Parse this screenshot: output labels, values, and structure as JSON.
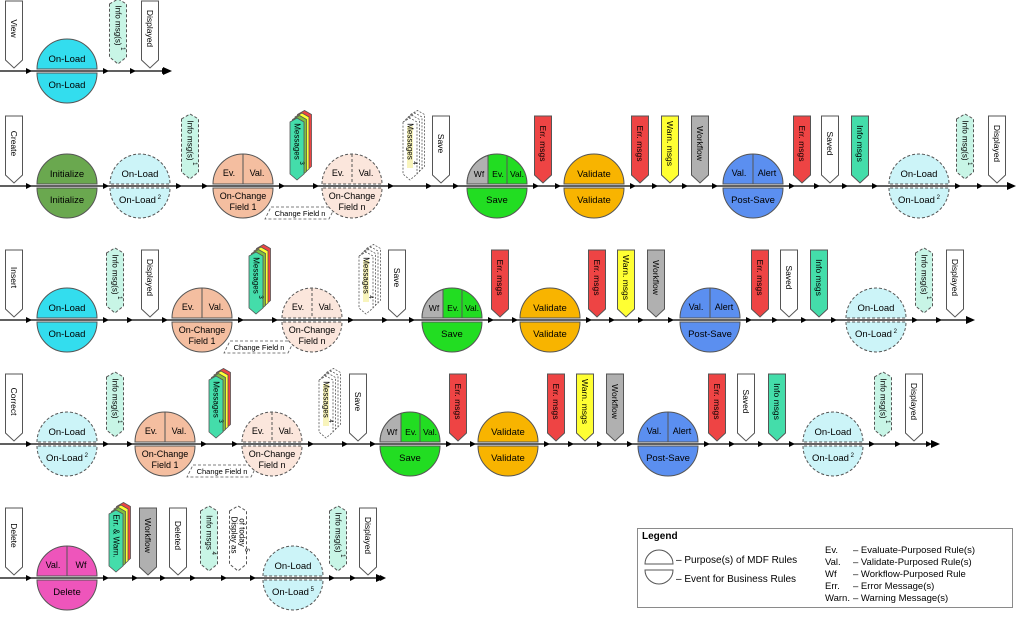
{
  "flows": [
    {
      "name": "view",
      "steps": [
        {
          "t": "start",
          "label": "View"
        },
        {
          "t": "circle",
          "top": "On-Load",
          "bottom": "On-Load",
          "color": "#33ddee"
        },
        {
          "t": "note",
          "label": "Info msg(s)",
          "sup": "1",
          "color": "#c8f5e6",
          "dashed": true
        },
        {
          "t": "banner",
          "label": "Displayed"
        }
      ]
    },
    {
      "name": "create",
      "steps": [
        {
          "t": "start",
          "label": "Create"
        },
        {
          "t": "circle",
          "top": "Initialize",
          "bottom": "Initialize",
          "color": "#6aa84f"
        },
        {
          "t": "circle",
          "top": "On-Load",
          "bottom": "On-Load",
          "bsup": "2",
          "color": "#ccf4f8",
          "dashed": true
        },
        {
          "t": "note",
          "label": "Info msg(s)",
          "sup": "1",
          "color": "#c8f5e6",
          "dashed": true
        },
        {
          "t": "circle",
          "top2": [
            "Ev.",
            "Val."
          ],
          "bottom": "On-Change",
          "bottom2": "Field 1",
          "color": "#f4bea0",
          "change": true
        },
        {
          "t": "stack",
          "label": "Messages",
          "sup": "3"
        },
        {
          "t": "circle",
          "top2": [
            "Ev.",
            "Val."
          ],
          "bottom": "On-Change",
          "bottom2": "Field n",
          "color": "#fbe6dc",
          "dashed": true
        },
        {
          "t": "stack",
          "label": "Messages",
          "sup": "4",
          "dashed": true
        },
        {
          "t": "banner",
          "label": "Save"
        },
        {
          "t": "circle",
          "top3": [
            "Wf",
            "Ev.",
            "Val."
          ],
          "bottom": "Save",
          "color": "#22dd22"
        },
        {
          "t": "banner",
          "label": "Err. msgs",
          "color": "#ee4444"
        },
        {
          "t": "circle",
          "top": "Validate",
          "bottom": "Validate",
          "color": "#f8b400"
        },
        {
          "t": "banner",
          "label": "Err. msgs",
          "color": "#ee4444"
        },
        {
          "t": "banner",
          "label": "Warn. msgs",
          "color": "#ffff33"
        },
        {
          "t": "banner",
          "label": "Workflow",
          "color": "#b0b0b0"
        },
        {
          "t": "circle",
          "top2": [
            "Val.",
            "Alert"
          ],
          "bottom": "Post-Save",
          "color": "#5b8ff0"
        },
        {
          "t": "banner",
          "label": "Err. msgs",
          "color": "#ee4444"
        },
        {
          "t": "banner",
          "label": "Saved"
        },
        {
          "t": "banner",
          "label": "Info msgs",
          "color": "#44ddaa"
        },
        {
          "t": "circle",
          "top": "On-Load",
          "bottom": "On-Load",
          "bsup": "2",
          "color": "#ccf4f8",
          "dashed": true
        },
        {
          "t": "note",
          "label": "Info msg(s)",
          "sup": "1",
          "color": "#c8f5e6",
          "dashed": true
        },
        {
          "t": "banner",
          "label": "Displayed"
        }
      ]
    },
    {
      "name": "insert",
      "steps": [
        {
          "t": "start",
          "label": "Insert"
        },
        {
          "t": "circle",
          "top": "On-Load",
          "bottom": "On-Load",
          "color": "#33ddee"
        },
        {
          "t": "note",
          "label": "Info msg(s)",
          "sup": "1",
          "color": "#c8f5e6",
          "dashed": true
        },
        {
          "t": "banner",
          "label": "Displayed"
        },
        {
          "t": "circle",
          "top2": [
            "Ev.",
            "Val."
          ],
          "bottom": "On-Change",
          "bottom2": "Field 1",
          "color": "#f4bea0",
          "change": true
        },
        {
          "t": "stack",
          "label": "Messages",
          "sup": "3"
        },
        {
          "t": "circle",
          "top2": [
            "Ev.",
            "Val."
          ],
          "bottom": "On-Change",
          "bottom2": "Field n",
          "color": "#fbe6dc",
          "dashed": true
        },
        {
          "t": "stack",
          "label": "Messages",
          "sup": "4",
          "dashed": true
        },
        {
          "t": "banner",
          "label": "Save"
        },
        {
          "t": "circle",
          "top3": [
            "Wf",
            "Ev.",
            "Val."
          ],
          "bottom": "Save",
          "color": "#22dd22"
        },
        {
          "t": "banner",
          "label": "Err. msgs",
          "color": "#ee4444"
        },
        {
          "t": "circle",
          "top": "Validate",
          "bottom": "Validate",
          "color": "#f8b400"
        },
        {
          "t": "banner",
          "label": "Err. msgs",
          "color": "#ee4444"
        },
        {
          "t": "banner",
          "label": "Warn. msgs",
          "color": "#ffff33"
        },
        {
          "t": "banner",
          "label": "Workflow",
          "color": "#b0b0b0"
        },
        {
          "t": "circle",
          "top2": [
            "Val.",
            "Alert"
          ],
          "bottom": "Post-Save",
          "color": "#5b8ff0"
        },
        {
          "t": "banner",
          "label": "Err. msgs",
          "color": "#ee4444"
        },
        {
          "t": "banner",
          "label": "Saved"
        },
        {
          "t": "banner",
          "label": "Info msgs",
          "color": "#44ddaa"
        },
        {
          "t": "circle",
          "top": "On-Load",
          "bottom": "On-Load",
          "bsup": "2",
          "color": "#ccf4f8",
          "dashed": true
        },
        {
          "t": "note",
          "label": "Info msg(s)",
          "sup": "1",
          "color": "#c8f5e6",
          "dashed": true
        },
        {
          "t": "banner",
          "label": "Displayed"
        }
      ]
    },
    {
      "name": "correct",
      "steps": [
        {
          "t": "start",
          "label": "Correct"
        },
        {
          "t": "circle",
          "top": "On-Load",
          "bottom": "On-Load",
          "bsup": "2",
          "color": "#ccf4f8",
          "dashed": true
        },
        {
          "t": "note",
          "label": "Info msg(s)",
          "sup": "1",
          "color": "#c8f5e6",
          "dashed": true
        },
        {
          "t": "circle",
          "top2": [
            "Ev.",
            "Val."
          ],
          "bottom": "On-Change",
          "bottom2": "Field 1",
          "color": "#f4bea0",
          "change": true
        },
        {
          "t": "stack",
          "label": "Messages",
          "sup": "3"
        },
        {
          "t": "circle",
          "top2": [
            "Ev.",
            "Val."
          ],
          "bottom": "On-Change",
          "bottom2": "Field n",
          "color": "#fbe6dc",
          "dashed": true
        },
        {
          "t": "stack",
          "label": "Messages",
          "sup": "4",
          "dashed": true
        },
        {
          "t": "banner",
          "label": "Save"
        },
        {
          "t": "circle",
          "top3": [
            "Wf",
            "Ev.",
            "Val."
          ],
          "bottom": "Save",
          "color": "#22dd22"
        },
        {
          "t": "banner",
          "label": "Err. msgs",
          "color": "#ee4444"
        },
        {
          "t": "circle",
          "top": "Validate",
          "bottom": "Validate",
          "color": "#f8b400"
        },
        {
          "t": "banner",
          "label": "Err. msgs",
          "color": "#ee4444"
        },
        {
          "t": "banner",
          "label": "Warn. msgs",
          "color": "#ffff33"
        },
        {
          "t": "banner",
          "label": "Workflow",
          "color": "#b0b0b0"
        },
        {
          "t": "circle",
          "top2": [
            "Val.",
            "Alert"
          ],
          "bottom": "Post-Save",
          "color": "#5b8ff0"
        },
        {
          "t": "banner",
          "label": "Err. msgs",
          "color": "#ee4444"
        },
        {
          "t": "banner",
          "label": "Saved"
        },
        {
          "t": "banner",
          "label": "Info msgs",
          "color": "#44ddaa"
        },
        {
          "t": "circle",
          "top": "On-Load",
          "bottom": "On-Load",
          "bsup": "2",
          "color": "#ccf4f8",
          "dashed": true
        },
        {
          "t": "note",
          "label": "Info msg(s)",
          "sup": "1",
          "color": "#c8f5e6",
          "dashed": true
        },
        {
          "t": "banner",
          "label": "Displayed"
        }
      ]
    },
    {
      "name": "delete",
      "steps": [
        {
          "t": "start",
          "label": "Delete"
        },
        {
          "t": "circle",
          "top2": [
            "Val.",
            "Wf"
          ],
          "bottom": "Delete",
          "color": "#ee55bb"
        },
        {
          "t": "stack",
          "label": "Err. & Warn.",
          "sup": ""
        },
        {
          "t": "banner",
          "label": "Workflow",
          "color": "#b0b0b0"
        },
        {
          "t": "banner",
          "label": "Deleted"
        },
        {
          "t": "note",
          "label": "Info msgs",
          "sup": "4",
          "color": "#c8f5e6",
          "dashed": true
        },
        {
          "t": "note",
          "label": "Display as",
          "label2": "of today",
          "sup": "5",
          "color": "#ffffff",
          "dashed": true
        },
        {
          "t": "circle",
          "top": "On-Load",
          "bottom": "On-Load",
          "bsup": "5",
          "color": "#ccf4f8",
          "dashed": true
        },
        {
          "t": "note",
          "label": "Info msg(s)",
          "sup": "1",
          "color": "#c8f5e6",
          "dashed": true
        },
        {
          "t": "banner",
          "label": "Displayed"
        }
      ]
    }
  ],
  "change_field_label": "Change Field n",
  "legend": {
    "title": "Legend",
    "purpose": "– Purpose(s) of MDF Rules",
    "event": "– Event for Business Rules",
    "abbreviations": [
      {
        "k": "Ev.",
        "v": "– Evaluate-Purposed Rule(s)"
      },
      {
        "k": "Val.",
        "v": "– Validate-Purposed Rule(s)"
      },
      {
        "k": "Wf",
        "v": "– Workflow-Purposed Rule"
      },
      {
        "k": "Err.",
        "v": "– Error Message(s)"
      },
      {
        "k": "Warn.",
        "v": "– Warning Message(s)"
      }
    ]
  },
  "colors": {
    "line": "#000000",
    "outline": "#555555"
  }
}
